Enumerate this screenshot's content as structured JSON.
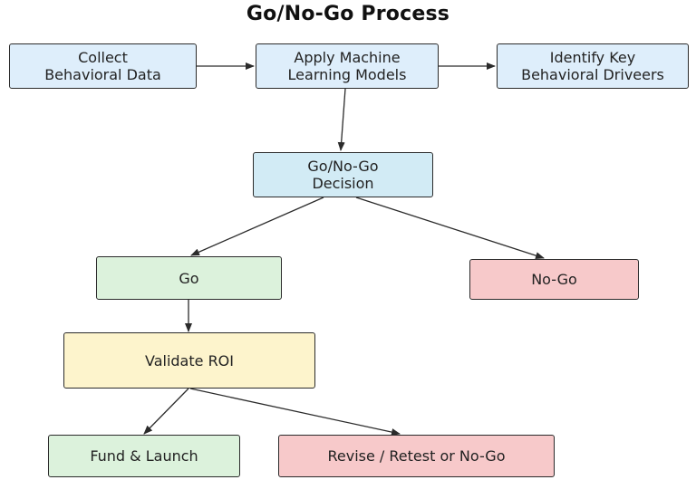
{
  "title": "Go/No-Go Process",
  "nodes": {
    "collect": "Collect\nBehavioral Data",
    "apply": "Apply Machine\nLearning Models",
    "identify": "Identify Key\nBehavioral Driveers",
    "decision": "Go/No-Go\nDecision",
    "go": "Go",
    "nogo": "No-Go",
    "validate": "Validate ROI",
    "fund": "Fund & Launch",
    "revise": "Revise / Retest or No-Go"
  },
  "colors": {
    "process": "#deeefb",
    "decision": "#d2ebf5",
    "positive": "#dcf2dc",
    "negative": "#f7c9ca",
    "validation": "#fdf4cc",
    "edge": "#2b2b2b"
  },
  "edges": [
    {
      "from": "collect",
      "to": "apply"
    },
    {
      "from": "apply",
      "to": "identify"
    },
    {
      "from": "apply",
      "to": "decision"
    },
    {
      "from": "decision",
      "to": "go"
    },
    {
      "from": "decision",
      "to": "nogo"
    },
    {
      "from": "go",
      "to": "validate"
    },
    {
      "from": "validate",
      "to": "fund"
    },
    {
      "from": "validate",
      "to": "revise"
    }
  ]
}
